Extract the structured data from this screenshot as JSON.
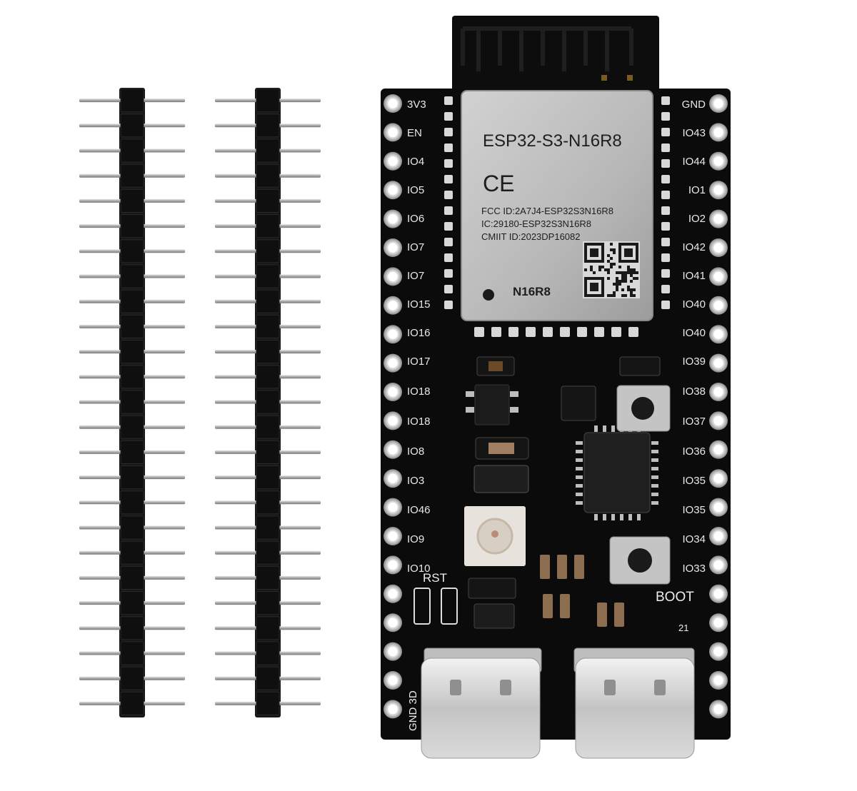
{
  "module": {
    "model": "ESP32-S3-N16R8",
    "ce_mark": "CE",
    "fcc_id": "FCC ID:2A7J4-ESP32S3N16R8",
    "ic": "IC:29180-ESP32S3N16R8",
    "cmiit": "CMIIT ID:2023DP16082",
    "variant": "N16R8"
  },
  "pins_left": [
    "3V3",
    "EN",
    "IO4",
    "IO5",
    "IO6",
    "IO7",
    "IO7",
    "IO15",
    "IO16",
    "IO17",
    "IO18",
    "IO18",
    "IO8",
    "IO3",
    "IO46",
    "IO9",
    "IO10"
  ],
  "pins_right": [
    "GND",
    "IO43",
    "IO44",
    "IO1",
    "IO2",
    "IO42",
    "IO41",
    "IO40",
    "IO40",
    "IO39",
    "IO38",
    "IO37",
    "IO36",
    "IO35",
    "IO35",
    "IO34",
    "IO33"
  ],
  "silkscreen": {
    "rst": "RST",
    "boot": "BOOT",
    "bottom_left": "GND 3D",
    "right_small": "21"
  },
  "colors": {
    "pcb": "#0b0b0b",
    "header_plastic": "#161616",
    "pin_metal": "#b9b9b9",
    "shield": "#bdbdbd",
    "silkscreen": "#eeeeee"
  },
  "icons": [
    "pin-header-icon",
    "usb-c-port-icon",
    "push-button-icon",
    "qr-code-icon",
    "rgb-led-icon",
    "usb-bridge-chip-icon"
  ]
}
